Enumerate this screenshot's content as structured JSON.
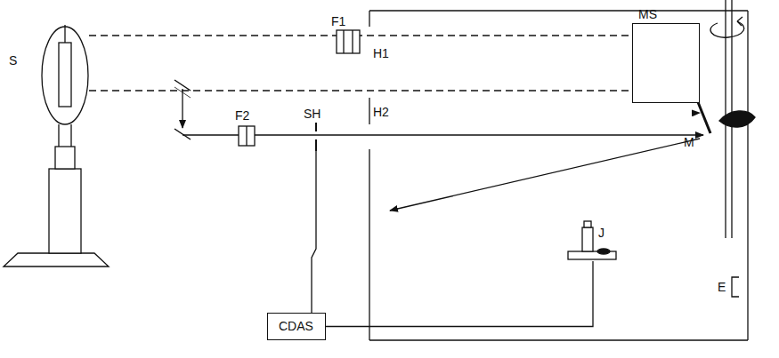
{
  "diagram": {
    "nodes": [
      {
        "text": [
          "MS"
        ]
      },
      {
        "text": [
          "CDAS"
        ]
      },
      {
        "text": [
          "J"
        ]
      }
    ],
    "edges": [
      {
        "from": 1,
        "to": 2,
        "arrow": "none"
      }
    ],
    "labels": [
      "S",
      "F1",
      "H1",
      "F2",
      "SH",
      "H2",
      "M",
      "E"
    ]
  }
}
